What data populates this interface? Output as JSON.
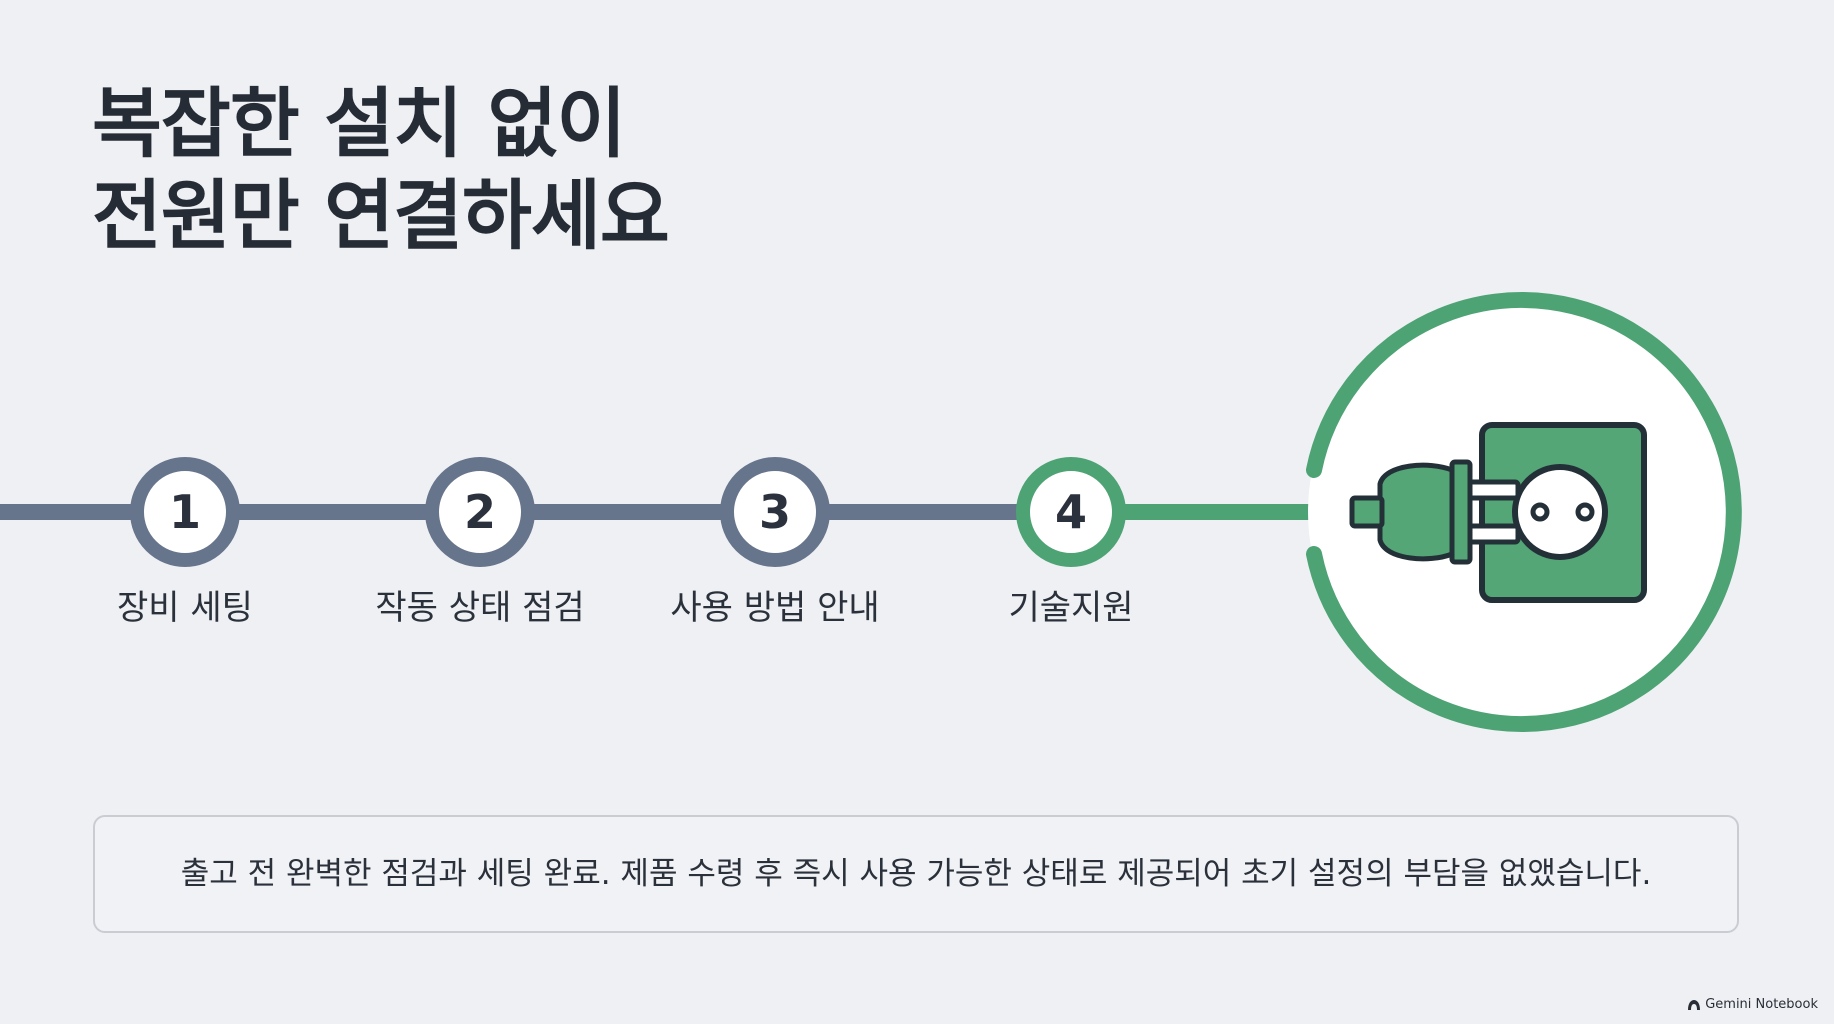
{
  "headline": {
    "line1": "복잡한 설치 없이",
    "line2": "전원만 연결하세요"
  },
  "steps": [
    {
      "number": "1",
      "label": "장비 세팅",
      "active": false
    },
    {
      "number": "2",
      "label": "작동 상태 점검",
      "active": false
    },
    {
      "number": "3",
      "label": "사용 방법 안내",
      "active": false
    },
    {
      "number": "4",
      "label": "기술지원",
      "active": true
    }
  ],
  "illustration": {
    "icon": "plug-socket-icon"
  },
  "caption": "출고 전 완벽한 점검과 세팅 완료. 제품 수령 후 즉시 사용 가능한 상태로 제공되어 초기 설정의 부담을 없앴습니다.",
  "watermark": "Gemini Notebook",
  "colors": {
    "background": "#eef0f4",
    "inactive_line": "#67758c",
    "accent_green": "#4ea374",
    "socket_green": "#54a677",
    "outline_dark": "#233038",
    "text_dark": "#262c36"
  }
}
